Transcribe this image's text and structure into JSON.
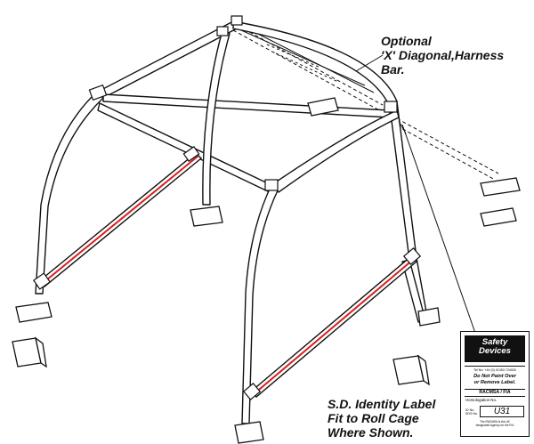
{
  "callouts": {
    "optional_bar": [
      "Optional",
      "'X' Diagonal,Harness",
      "Bar."
    ],
    "identity_label": [
      "S.D. Identity Label",
      "Fit to Roll Cage",
      "Where Shown."
    ]
  },
  "identity_label_card": {
    "brand": [
      "Safety",
      "Devices"
    ],
    "phone": "Tel No: +44 (0) 01353 724000",
    "warning": [
      "Do Not Paint Over",
      "or Remove Label."
    ],
    "organization": "RACMSA / FIA",
    "homologation": "Homologation No.",
    "id_caption": [
      "ID No.",
      "SDS No."
    ],
    "id_value": "U31",
    "footnote": [
      "The RACMSA is the UK",
      "designated Agency for the FIA"
    ]
  },
  "colors": {
    "line": "#111111",
    "tube_fill": "#ffffff",
    "padding_stripe": "#d81e1e"
  }
}
